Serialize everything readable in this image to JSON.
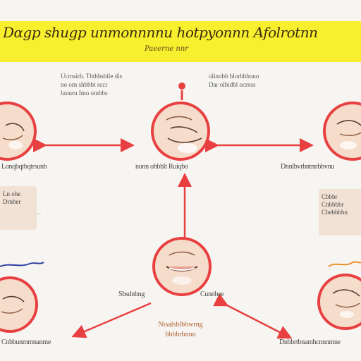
{
  "banner": {
    "title": "Dαgp shugp unmonnnnu hotpyonnn Afolrotnn",
    "subtitle": "Paeerne nnr",
    "color": "#f8ef2e"
  },
  "notes": {
    "top_left": [
      "Ucrnsirh. Tbtbbsbile dis",
      "no orn shbbbt sccr",
      "lunuru Imo otnbbs"
    ],
    "top_right": [
      "olinobb blorbbbuno",
      "Dar olbidbl ocrnss"
    ]
  },
  "nodes": {
    "left": {
      "label": "Lonqbqtbqtrsunb",
      "icon": "face-icon"
    },
    "center": {
      "label": "nonn ohbblt Ruiqbo",
      "icon": "face-icon"
    },
    "right": {
      "label": "Dnnlbvrbntnnbbvnu",
      "icon": "face-icon"
    },
    "middle": {
      "label_left": "Sbsdnbng",
      "label_right": "Cunnbee",
      "icon": "mouth-icon"
    },
    "bottom_left": {
      "label": "Cnbbunmmnanme",
      "icon": "face-icon"
    },
    "bottom_right": {
      "label": "Dnbbrtbnamhcnnnmne",
      "icon": "face-icon"
    }
  },
  "side_boxes": {
    "left": [
      "Ln ohe",
      "Drnber"
    ],
    "right": [
      "Cbbbr",
      "Cnbbbbr",
      "Cbebbbbn"
    ]
  },
  "center_note": [
    "Nisalsblbbwrng",
    "bbbbrbnnn"
  ],
  "colors": {
    "accent": "#e84040",
    "circle_fill": "#f5dccb",
    "side_box": "#f2e2d6"
  }
}
